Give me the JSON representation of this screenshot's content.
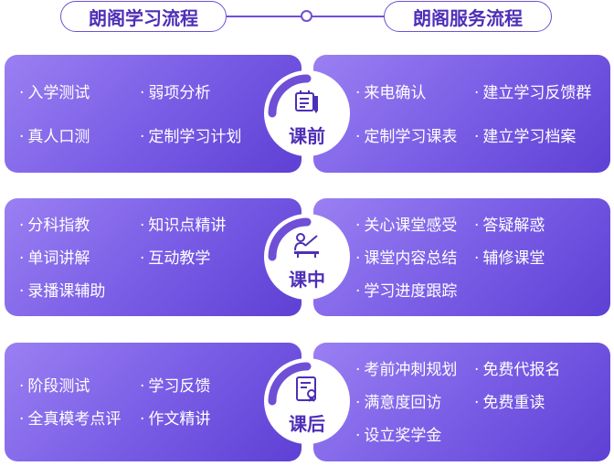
{
  "header": {
    "left_title": "朗阁学习流程",
    "right_title": "朗阁服务流程"
  },
  "stages": [
    {
      "label": "课前",
      "icon": "whiteboard-pen-icon",
      "learning": [
        "入学测试",
        "弱项分析",
        "真人口测",
        "定制学习计划"
      ],
      "service": [
        "来电确认",
        "建立学习反馈群",
        "定制学习课表",
        "建立学习档案"
      ]
    },
    {
      "label": "课中",
      "icon": "teacher-desk-icon",
      "learning": [
        "分科指教",
        "知识点精讲",
        "单词讲解",
        "互动教学",
        "录播课辅助"
      ],
      "service": [
        "关心课堂感受",
        "答疑解惑",
        "课堂内容总结",
        "辅修课堂",
        "学习进度跟踪"
      ]
    },
    {
      "label": "课后",
      "icon": "certificate-icon",
      "learning": [
        "阶段测试",
        "学习反馈",
        "全真模考点评",
        "作文精讲"
      ],
      "service": [
        "考前冲刺规划",
        "免费代报名",
        "满意度回访",
        "免费重读",
        "设立奖学金"
      ]
    }
  ],
  "colors": {
    "accent": "#6f4fd6",
    "card_light": "#9a80f2",
    "card_dark": "#5e40d4",
    "label": "#4e2fb7"
  }
}
